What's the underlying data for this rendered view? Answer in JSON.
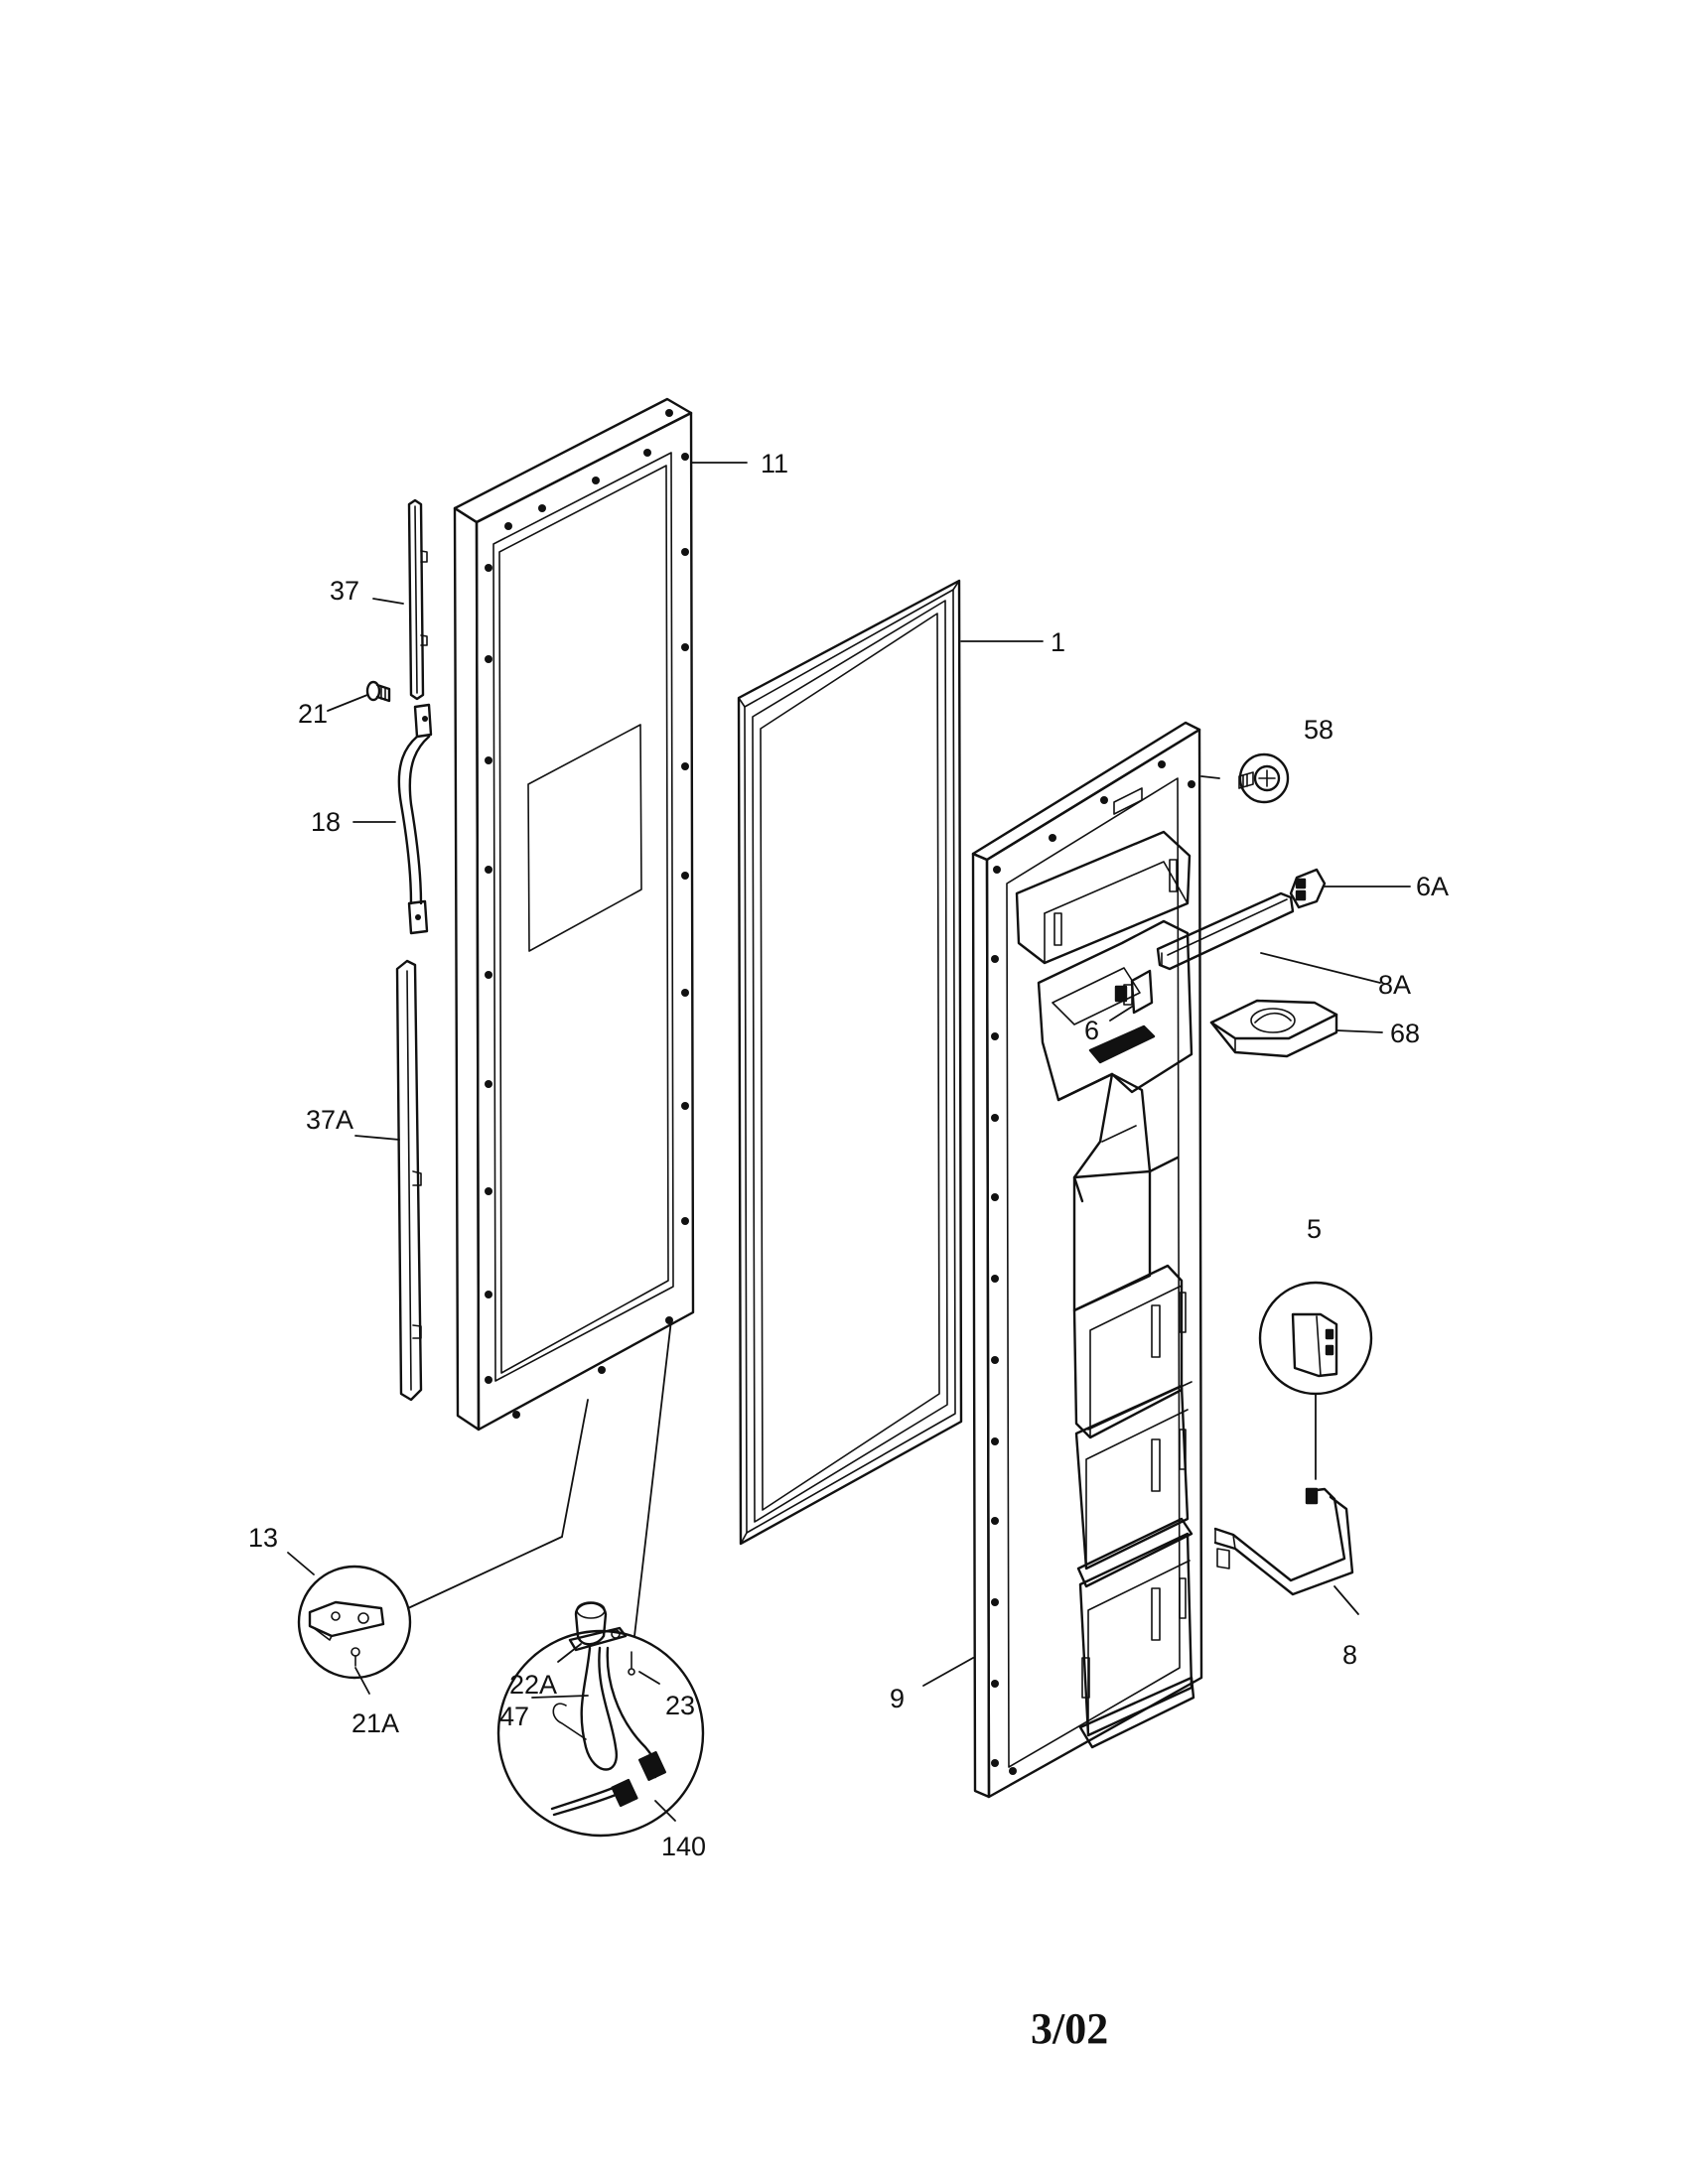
{
  "callouts": {
    "c11": "11",
    "c1": "1",
    "c37": "37",
    "c21": "21",
    "c18": "18",
    "c37A": "37A",
    "c58": "58",
    "c6A": "6A",
    "c8A": "8A",
    "c6": "6",
    "c68": "68",
    "c5": "5",
    "c13": "13",
    "c21A": "21A",
    "c22A": "22A",
    "c23": "23",
    "c47": "47",
    "c140": "140",
    "c9": "9",
    "c8": "8"
  },
  "footer": {
    "date": "3/02"
  }
}
